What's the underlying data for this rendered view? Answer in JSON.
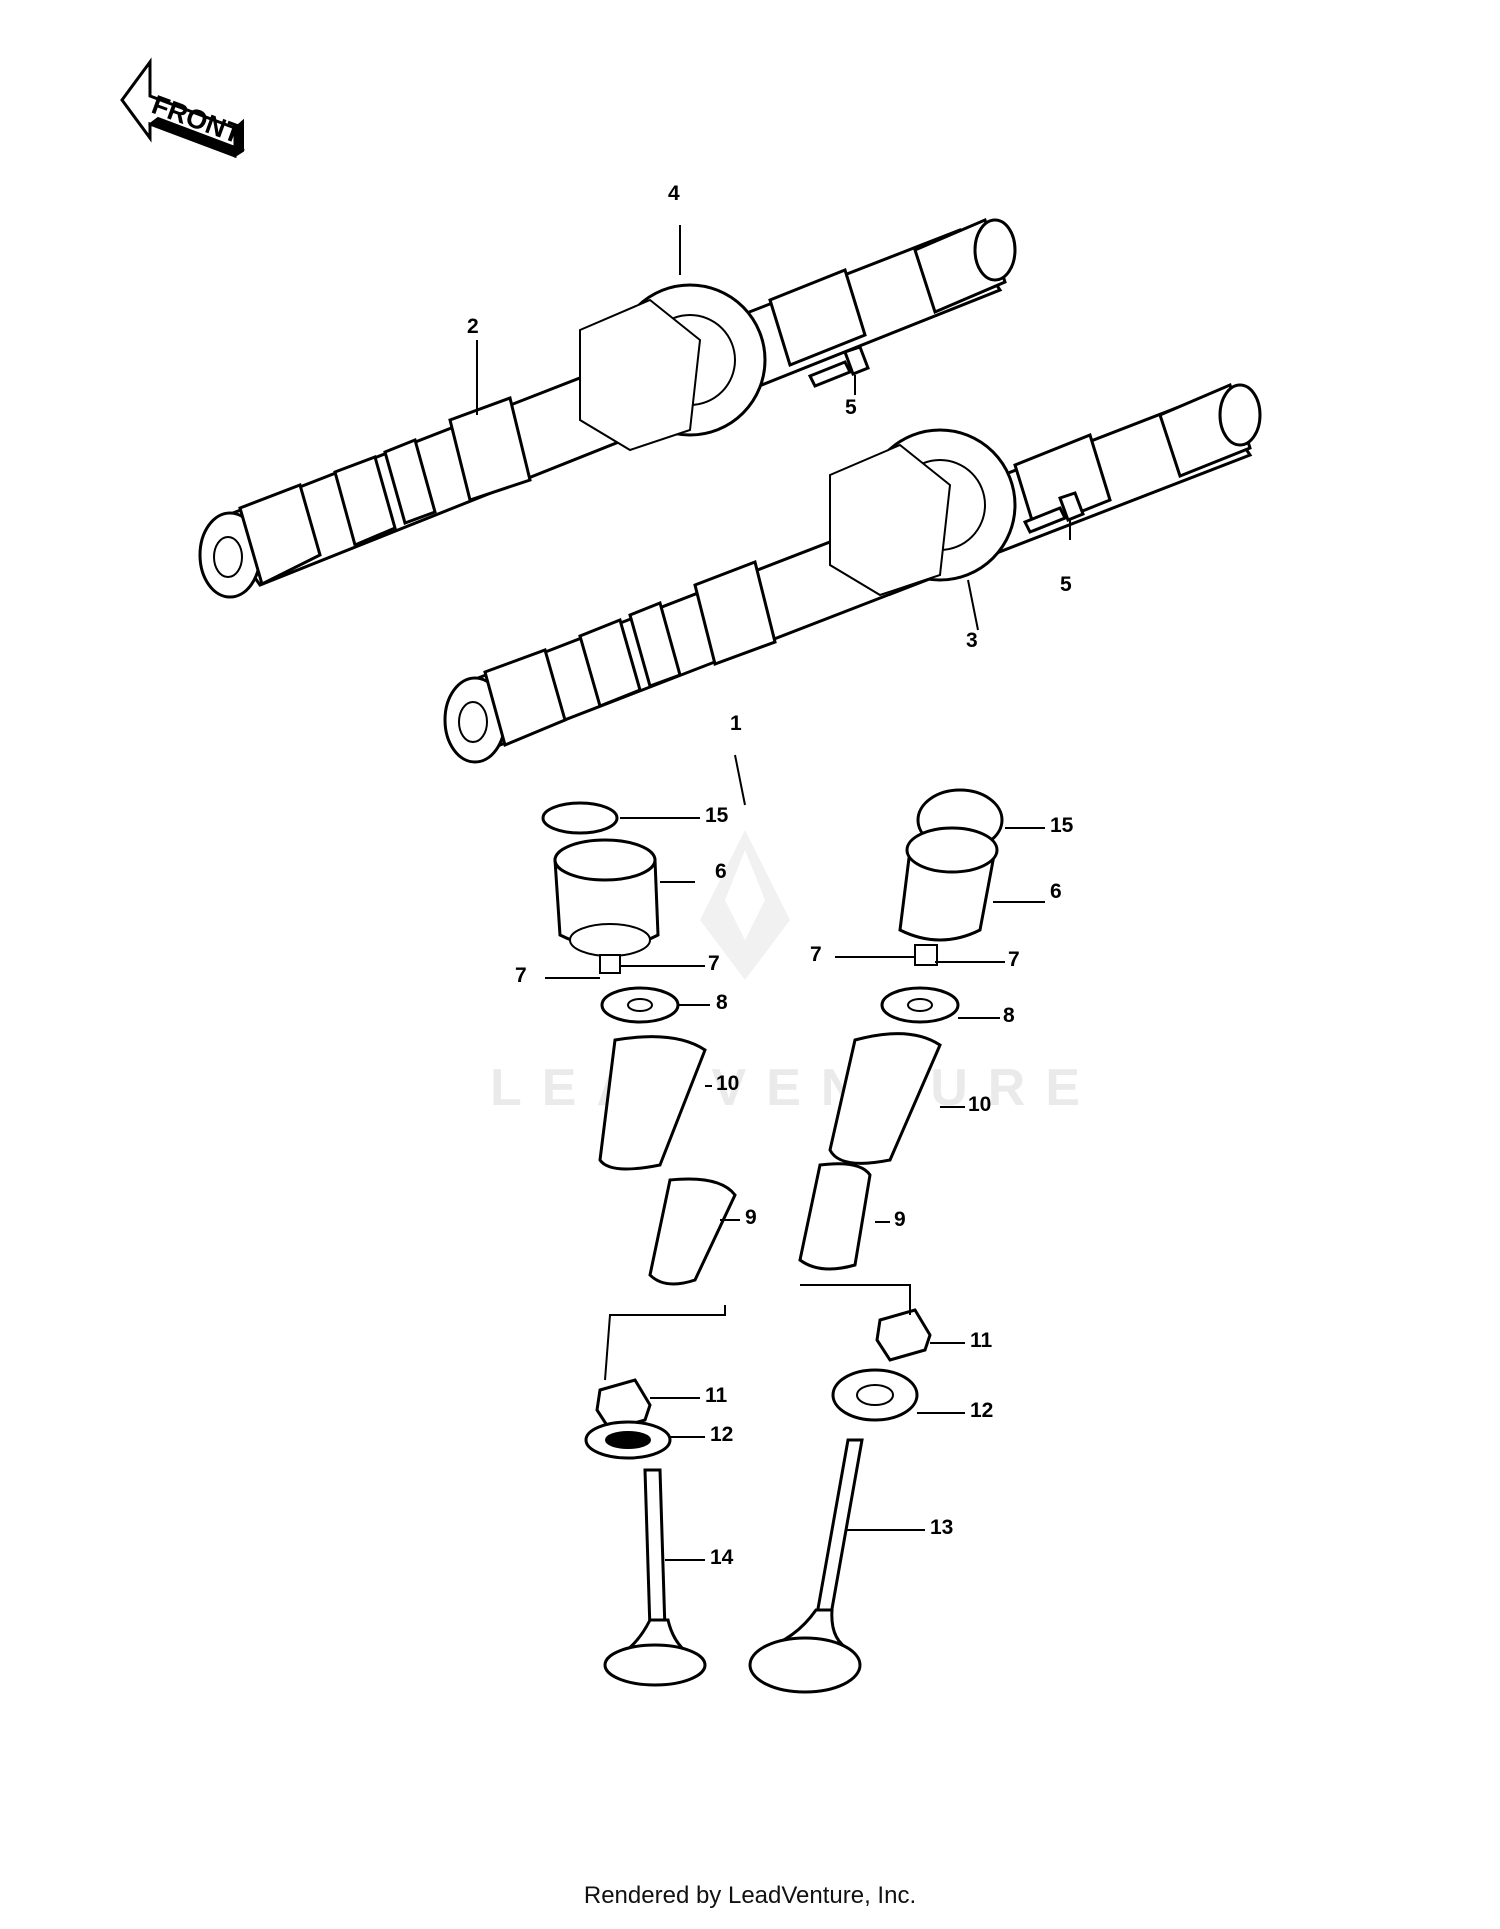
{
  "front_label": "FRONT",
  "watermark": "LEADVENTURE",
  "callouts": [
    "1",
    "2",
    "3",
    "4",
    "5",
    "5",
    "6",
    "6",
    "7",
    "7",
    "7",
    "7",
    "8",
    "8",
    "9",
    "9",
    "10",
    "10",
    "11",
    "11",
    "12",
    "12",
    "13",
    "14",
    "15",
    "15"
  ],
  "footer": "Rendered by LeadVenture, Inc."
}
